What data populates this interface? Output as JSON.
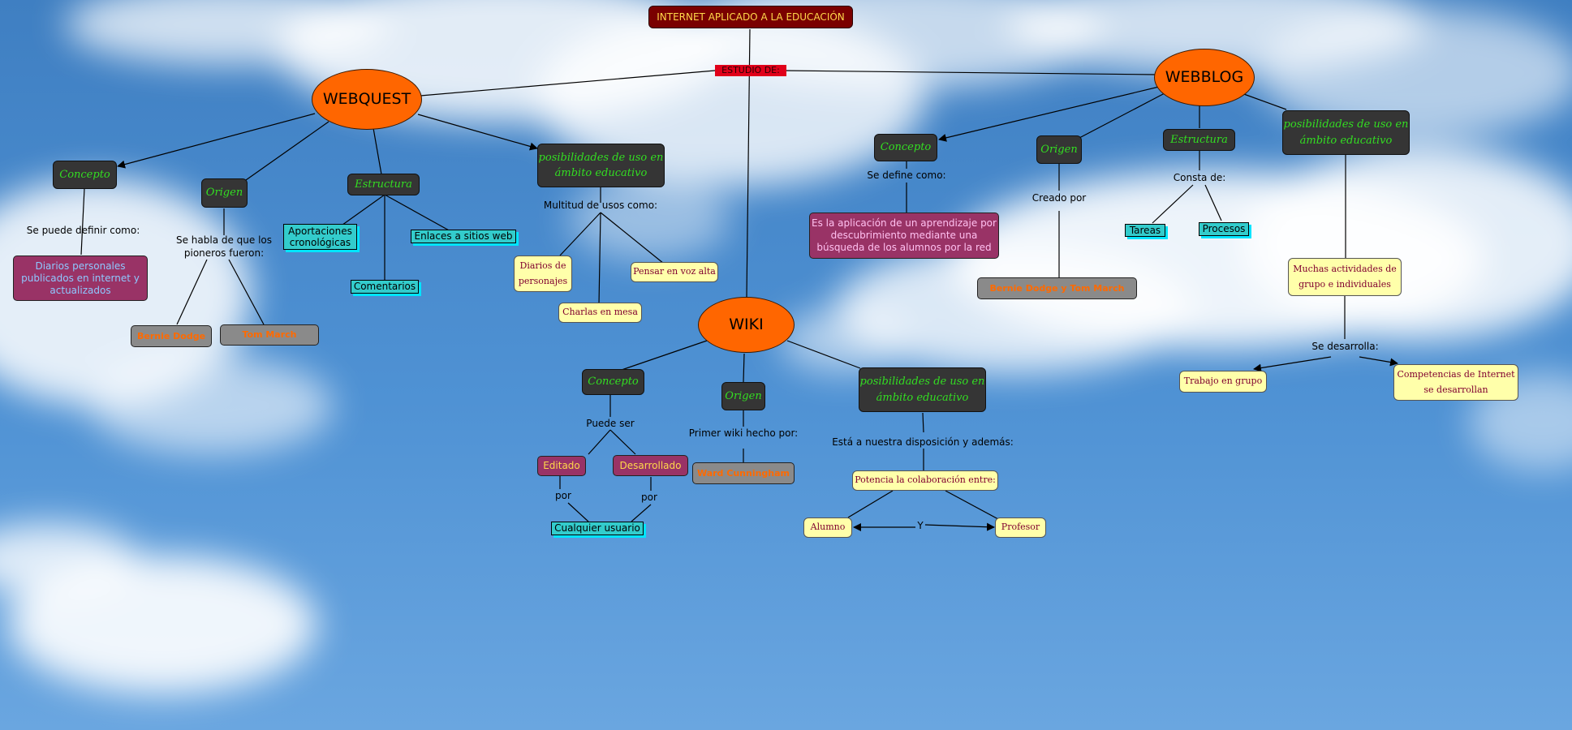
{
  "map": {
    "title": "INTERNET APLICADO A LA EDUCACIÓN",
    "link_study": "ESTUDIO DE:",
    "webquest": {
      "label": "WEBQUEST",
      "concepto": "Concepto",
      "concepto_link": "Se puede definir como:",
      "concepto_value": "Diarios personales publicados en internet y actualizados",
      "origen": "Origen",
      "origen_link": "Se habla de que los pioneros fueron:",
      "pioneer_1": "Bernie Dodge",
      "pioneer_2": "Tom March",
      "estructura": "Estructura",
      "estructura_items": [
        "Aportaciones cronológicas",
        "Comentarios",
        "Enlaces a sitios web"
      ],
      "posibilidades": "posibilidades de uso en ámbito educativo",
      "posibilidades_link": "Multitud de usos como:",
      "usos": [
        "Diarios de personajes",
        "Charlas en mesa",
        "Pensar en voz alta"
      ]
    },
    "webblog": {
      "label": "WEBBLOG",
      "concepto": "Concepto",
      "concepto_link": "Se define como:",
      "concepto_value": "Es la aplicación de un aprendizaje por descubrimiento mediante una búsqueda de los alumnos por la red",
      "origen": "Origen",
      "origen_link": "Creado por",
      "origen_value": "Bernie Dodge y Tom March",
      "estructura": "Estructura",
      "estructura_link": "Consta de:",
      "estructura_items": [
        "Tareas",
        "Procesos"
      ],
      "posibilidades": "posibilidades de uso en ámbito educativo",
      "actividades": "Muchas actividades de grupo e individuales",
      "actividades_link": "Se desarrolla:",
      "results": [
        "Trabajo en grupo",
        "Competencias de Internet se desarrollan"
      ]
    },
    "wiki": {
      "label": "WIKI",
      "concepto": "Concepto",
      "concepto_link": "Puede ser",
      "editado": "Editado",
      "desarrollado": "Desarrollado",
      "por_1": "por",
      "por_2": "por",
      "usuario": "Cualquier usuario",
      "origen": "Origen",
      "origen_link": "Primer wiki hecho por:",
      "origen_value": "Ward Cunningham",
      "posibilidades": "posibilidades de uso en ámbito educativo",
      "posibilidades_link": "Está a nuestra disposición y además:",
      "colaboracion": "Potencia la colaboración entre:",
      "alumno": "Alumno",
      "y": "Y",
      "profesor": "Profesor"
    }
  },
  "colors": {
    "oval": "#ff6600",
    "concept_box": "#353535",
    "concept_text": "#33dd22",
    "title_box": "#7a0000",
    "magenta_box": "#993366",
    "cyan_box": "#33cccc",
    "yellow_box": "#ffffaa",
    "gray_box": "#8a8a8a"
  }
}
